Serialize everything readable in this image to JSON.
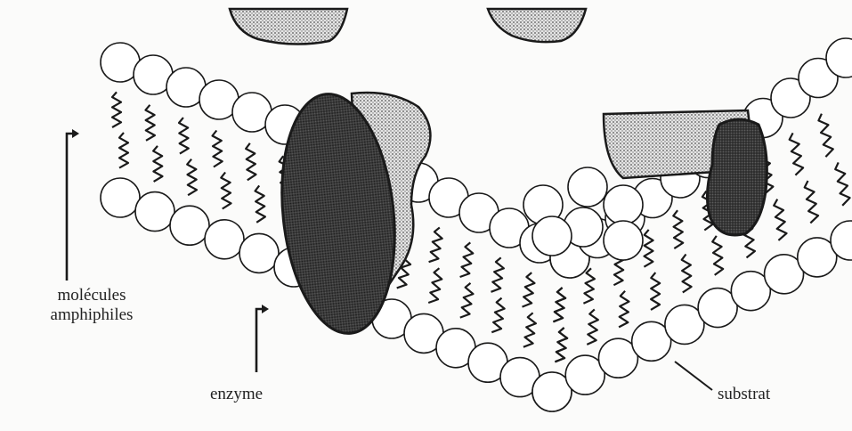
{
  "labels": {
    "molecules_line1": "molécules",
    "molecules_line2": "amphiphiles",
    "enzyme": "enzyme",
    "substrat": "substrat"
  },
  "colors": {
    "outline": "#1a1a1a",
    "bead_fill": "#ffffff",
    "enzyme_fill": "#3a3a3a",
    "substrate_fill": "#bdbdbd",
    "background": "#fbfbfa"
  },
  "icons": {
    "arrow": "bent-arrow-up-right"
  }
}
